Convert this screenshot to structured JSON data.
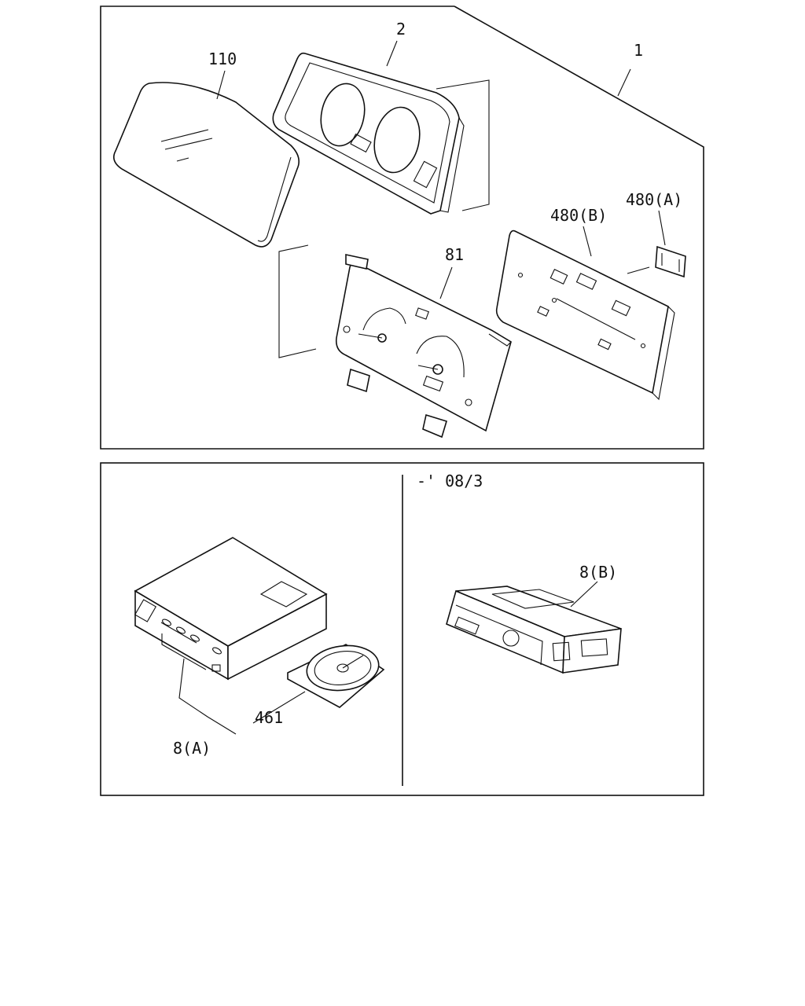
{
  "top_panel": {
    "callouts": {
      "assembly": "1",
      "bezel": "2",
      "lens": "110",
      "gauge_dial": "81",
      "circuit_board": "480(B)",
      "connector": "480(A)"
    }
  },
  "bottom_left_panel": {
    "callouts": {
      "cd_unit": "8(A)",
      "disc_tray": "461"
    }
  },
  "bottom_right_panel": {
    "date_note": "-' 08/3",
    "callouts": {
      "radio_unit": "8(B)"
    }
  }
}
